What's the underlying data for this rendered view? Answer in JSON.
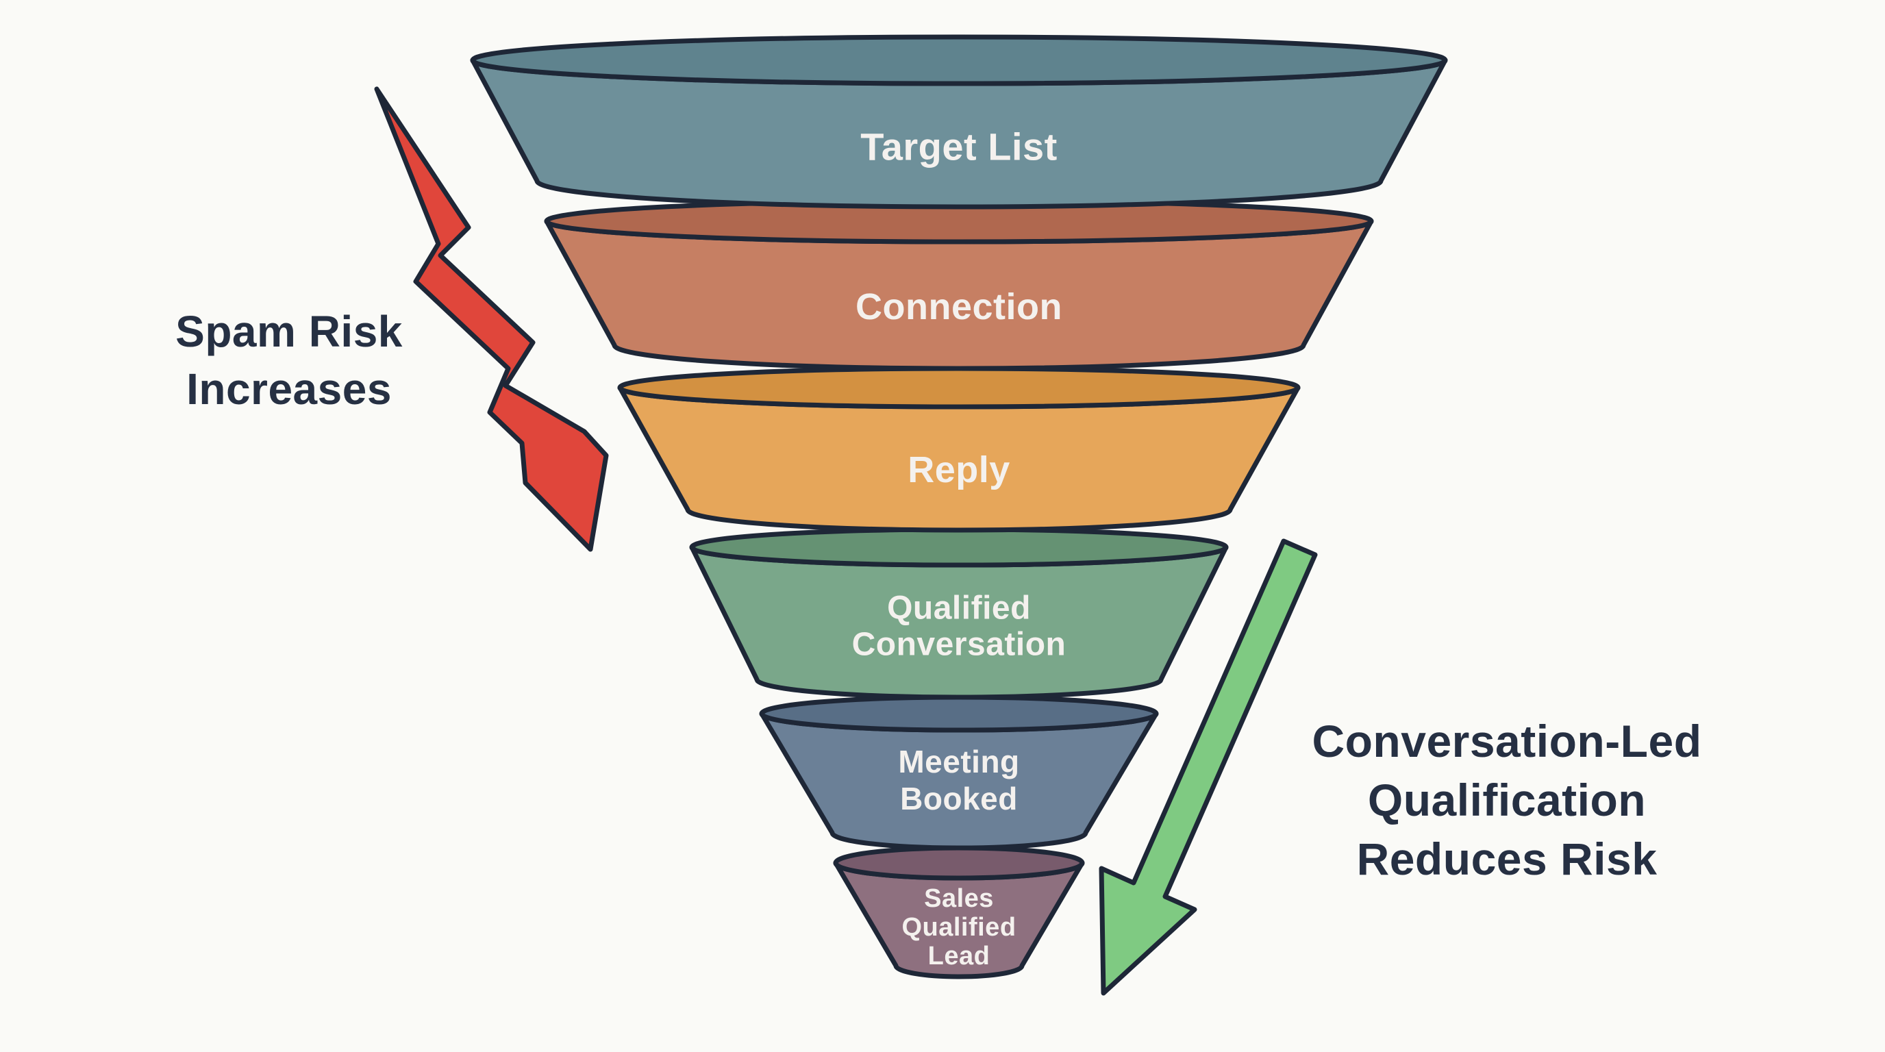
{
  "canvas": {
    "background": "#fafaf7",
    "outline_color": "#1e2737"
  },
  "funnel": {
    "label_color": "#f4f1ee",
    "stages": [
      {
        "name": "target-list",
        "lines": [
          "Target List"
        ],
        "color": "#6e909a",
        "rim_color": "#5f838e"
      },
      {
        "name": "connection",
        "lines": [
          "Connection"
        ],
        "color": "#c67f63",
        "rim_color": "#b0684f"
      },
      {
        "name": "reply",
        "lines": [
          "Reply"
        ],
        "color": "#e6a65a",
        "rim_color": "#d39141"
      },
      {
        "name": "qualified-conversation",
        "lines": [
          "Qualified",
          "Conversation"
        ],
        "color": "#7aa78a",
        "rim_color": "#659273"
      },
      {
        "name": "meeting-booked",
        "lines": [
          "Meeting",
          "Booked"
        ],
        "color": "#6b8097",
        "rim_color": "#586e86"
      },
      {
        "name": "sales-qualified-lead",
        "lines": [
          "Sales",
          "Qualified",
          "Lead"
        ],
        "color": "#8e707f",
        "rim_color": "#785b6c"
      }
    ]
  },
  "annotations": {
    "spam_risk": {
      "lines": [
        "Spam Risk",
        "Increases"
      ],
      "text_color": "#263043",
      "arrow_icon": "red-lightning-arrow",
      "arrow_color": "#e0463b"
    },
    "conversation_led": {
      "lines": [
        "Conversation-Led",
        "Qualification",
        "Reduces Risk"
      ],
      "text_color": "#263043",
      "arrow_icon": "green-down-arrow",
      "arrow_color": "#7fca82"
    }
  }
}
